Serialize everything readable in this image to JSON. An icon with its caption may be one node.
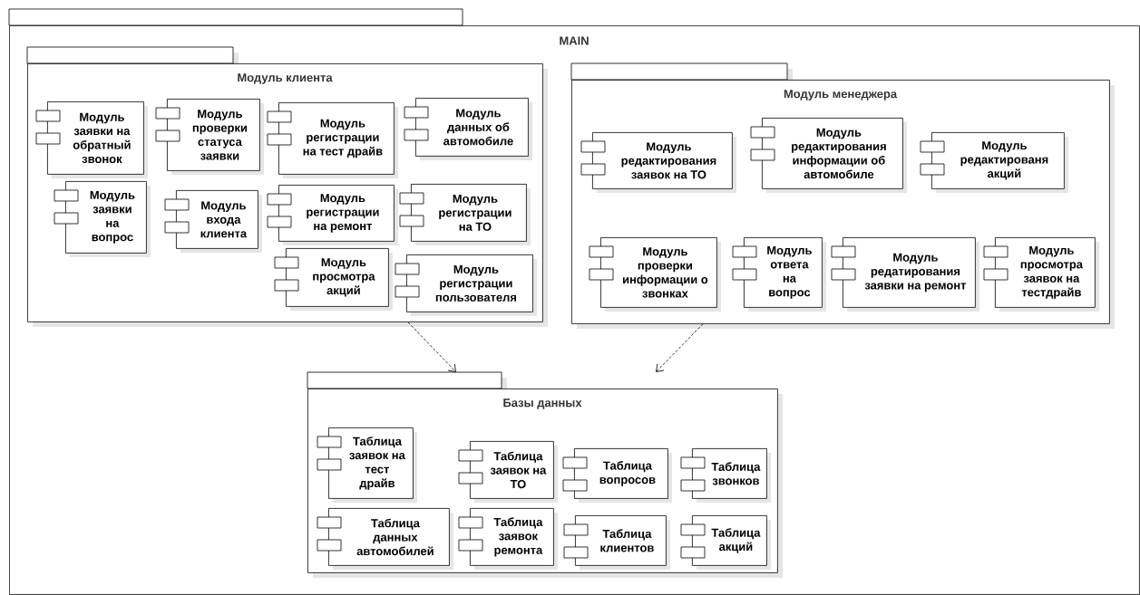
{
  "diagram": {
    "nodes": [
      {
        "text": [
          "MAIN"
        ]
      },
      {
        "text": [
          "Модуль клиента"
        ],
        "in": 0
      },
      {
        "text": [
          "Модуль заявки на обратный звонок"
        ],
        "in": 1
      },
      {
        "text": [
          "Модуль проверки статуса заявки"
        ],
        "in": 1
      },
      {
        "text": [
          "Модуль регистрации на тест драйв"
        ],
        "in": 1
      },
      {
        "text": [
          "Модуль данных об автомобиле"
        ],
        "in": 1
      },
      {
        "text": [
          "Модуль заявки на вопрос"
        ],
        "in": 1
      },
      {
        "text": [
          "Модуль входа клиента"
        ],
        "in": 1
      },
      {
        "text": [
          "Модуль регистрации на ремонт"
        ],
        "in": 1
      },
      {
        "text": [
          "Модуль регистрации на ТО"
        ],
        "in": 1
      },
      {
        "text": [
          "Модуль просмотра акций"
        ],
        "in": 1
      },
      {
        "text": [
          "Модуль регистрации пользователя"
        ],
        "in": 1
      },
      {
        "text": [
          "Модуль менеджера"
        ],
        "in": 0
      },
      {
        "text": [
          "Модуль редактирования заявок на ТО"
        ],
        "in": 12
      },
      {
        "text": [
          "Модуль редактирования информации об автомобиле"
        ],
        "in": 12
      },
      {
        "text": [
          "Модуль редактированя акций"
        ],
        "in": 12
      },
      {
        "text": [
          "Модуль проверки информации о звонках"
        ],
        "in": 12
      },
      {
        "text": [
          "Модуль ответа на вопрос"
        ],
        "in": 12
      },
      {
        "text": [
          "Модуль редатирования заявки на ремонт"
        ],
        "in": 12
      },
      {
        "text": [
          "Модуль просмотра заявок на тестдрайв"
        ],
        "in": 12
      },
      {
        "text": [
          "Базы данных"
        ],
        "in": 0
      },
      {
        "text": [
          "Таблица заявок на тест драйв"
        ],
        "in": 20
      },
      {
        "text": [
          "Таблица заявок на ТО"
        ],
        "in": 20
      },
      {
        "text": [
          "Таблица вопросов"
        ],
        "in": 20
      },
      {
        "text": [
          "Таблица звонков"
        ],
        "in": 20
      },
      {
        "text": [
          "Таблица данных автомобилей"
        ],
        "in": 20
      },
      {
        "text": [
          "Таблица заявок ремонта"
        ],
        "in": 20
      },
      {
        "text": [
          "Таблица клиентов"
        ],
        "in": 20
      },
      {
        "text": [
          "Таблица акций"
        ],
        "in": 20
      }
    ],
    "edges": [
      {
        "from": 1,
        "to": 20,
        "arrow": "to",
        "style": "dashed"
      },
      {
        "from": 12,
        "to": 20,
        "arrow": "to",
        "style": "dashed"
      }
    ]
  }
}
